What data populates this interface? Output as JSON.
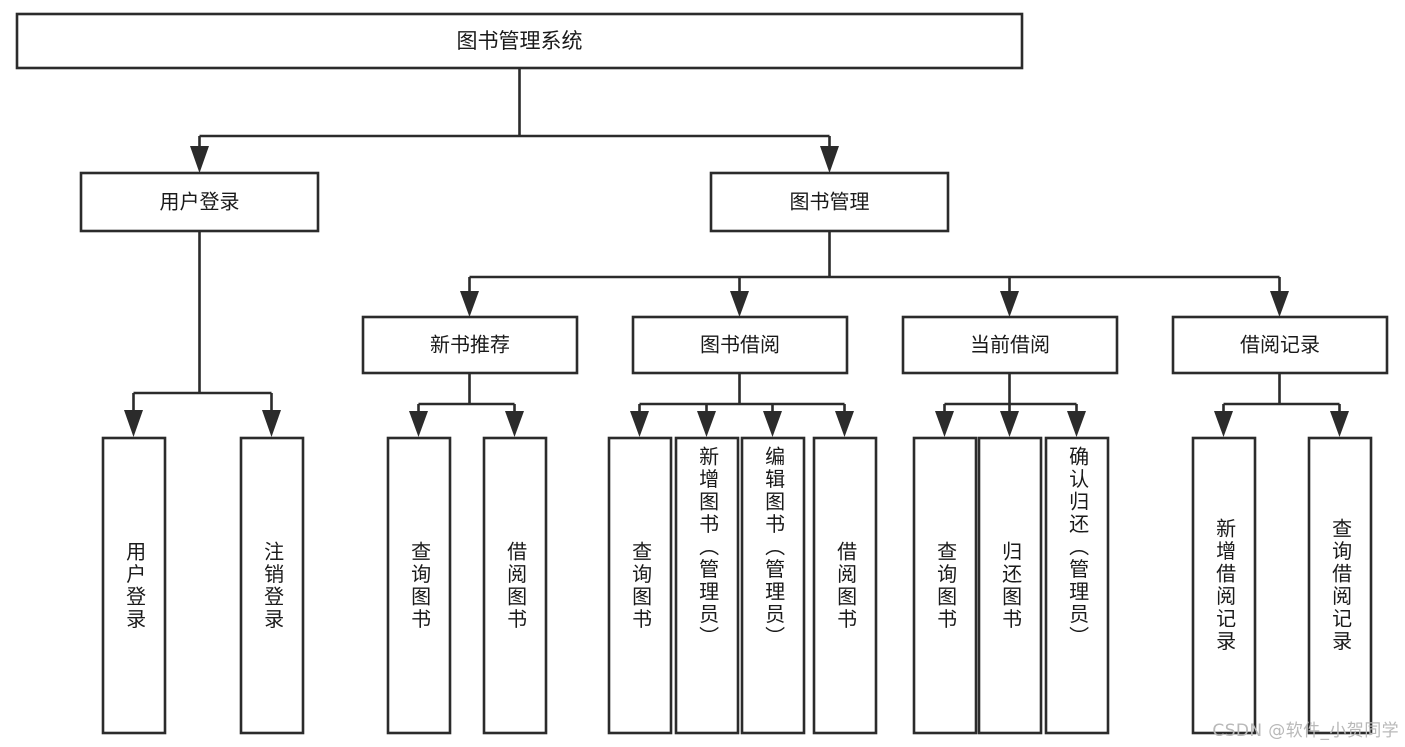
{
  "diagram": {
    "type": "tree-hierarchy",
    "title": "图书管理系统",
    "watermark": "CSDN @软件_小贺同学",
    "colors": {
      "stroke": "#2b2b2b",
      "fill": "#ffffff",
      "text": "#1a1a1a",
      "watermark": "#b9b9b9",
      "background": "#ffffff"
    },
    "root": {
      "label": "图书管理系统",
      "children": [
        {
          "label": "用户登录",
          "children": [
            {
              "label": "用户登录"
            },
            {
              "label": "注销登录"
            }
          ]
        },
        {
          "label": "图书管理",
          "children": [
            {
              "label": "新书推荐",
              "children": [
                {
                  "label": "查询图书"
                },
                {
                  "label": "借阅图书"
                }
              ]
            },
            {
              "label": "图书借阅",
              "children": [
                {
                  "label": "查询图书"
                },
                {
                  "label": "新增图书（管理员）"
                },
                {
                  "label": "编辑图书（管理员）"
                },
                {
                  "label": "借阅图书"
                }
              ]
            },
            {
              "label": "当前借阅",
              "children": [
                {
                  "label": "查询图书"
                },
                {
                  "label": "归还图书"
                },
                {
                  "label": "确认归还（管理员）"
                }
              ]
            },
            {
              "label": "借阅记录",
              "children": [
                {
                  "label": "新增借阅记录"
                },
                {
                  "label": "查询借阅记录"
                }
              ]
            }
          ]
        }
      ]
    },
    "nodes": {
      "root": {
        "label": "图书管理系统"
      },
      "l1": [
        {
          "key": "user-login",
          "label": "用户登录"
        },
        {
          "key": "book-manage",
          "label": "图书管理"
        }
      ],
      "l2": [
        {
          "key": "new-book-rec",
          "label": "新书推荐"
        },
        {
          "key": "book-borrow",
          "label": "图书借阅"
        },
        {
          "key": "current-borrow",
          "label": "当前借阅"
        },
        {
          "key": "borrow-record",
          "label": "借阅记录"
        }
      ],
      "leaves": [
        {
          "key": "leaf-user-login",
          "label": "用户登录"
        },
        {
          "key": "leaf-logout",
          "label": "注销登录"
        },
        {
          "key": "leaf-query-book-1",
          "label": "查询图书"
        },
        {
          "key": "leaf-borrow-book-1",
          "label": "借阅图书"
        },
        {
          "key": "leaf-query-book-2",
          "label": "查询图书"
        },
        {
          "key": "leaf-add-book-admin",
          "label": "新增图书（管理员）"
        },
        {
          "key": "leaf-edit-book-admin",
          "label": "编辑图书（管理员）"
        },
        {
          "key": "leaf-borrow-book-2",
          "label": "借阅图书"
        },
        {
          "key": "leaf-query-book-3",
          "label": "查询图书"
        },
        {
          "key": "leaf-return-book",
          "label": "归还图书"
        },
        {
          "key": "leaf-confirm-return-admin",
          "label": "确认归还（管理员）"
        },
        {
          "key": "leaf-add-borrow-record",
          "label": "新增借阅记录"
        },
        {
          "key": "leaf-query-borrow-record",
          "label": "查询借阅记录"
        }
      ]
    }
  }
}
